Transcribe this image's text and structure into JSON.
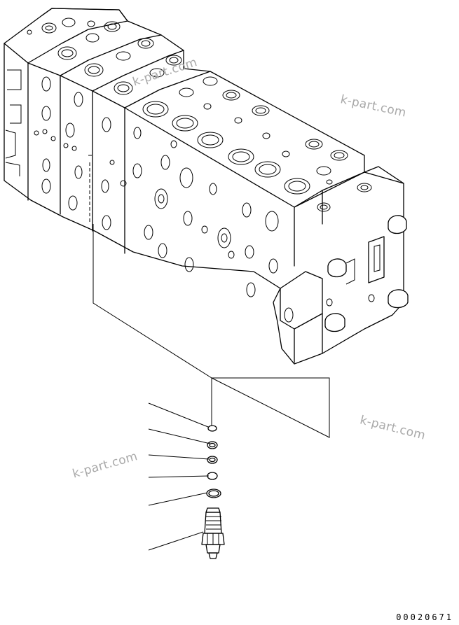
{
  "watermarks": [
    "k-part.com",
    "k-part.com",
    "k-part.com",
    "k-part.com"
  ],
  "drawing_code": "00020671"
}
